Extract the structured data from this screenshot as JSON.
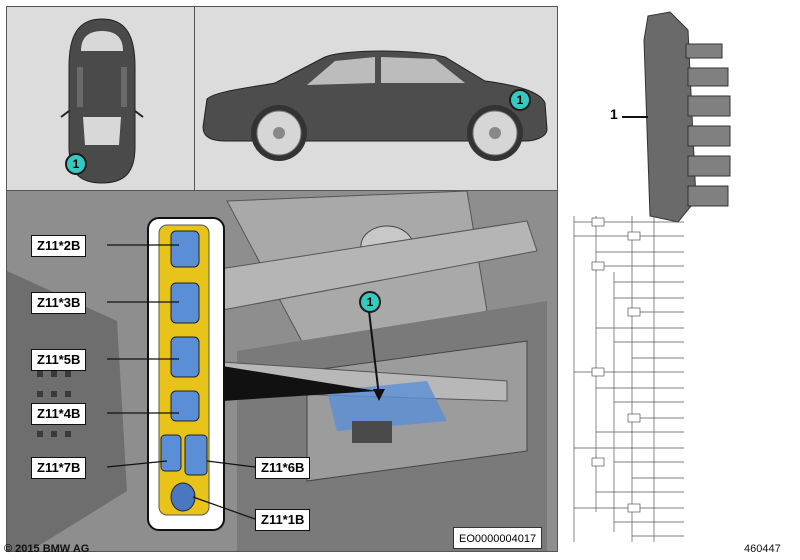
{
  "callout_number": "1",
  "part_label": "1",
  "diagram_code": "EO0000004017",
  "copyright": "© 2015 BMW AG",
  "figure_number": "460447",
  "connectors": {
    "z2b": "Z11*2B",
    "z3b": "Z11*3B",
    "z5b": "Z11*5B",
    "z4b": "Z11*4B",
    "z7b": "Z11*7B",
    "z6b": "Z11*6B",
    "z1b": "Z11*1B"
  },
  "colors": {
    "callout": "#35c9c0",
    "holder_yellow": "#e8c41a",
    "connector_blue": "#5a8ed6",
    "panel_bg": "#dcdcdc"
  }
}
